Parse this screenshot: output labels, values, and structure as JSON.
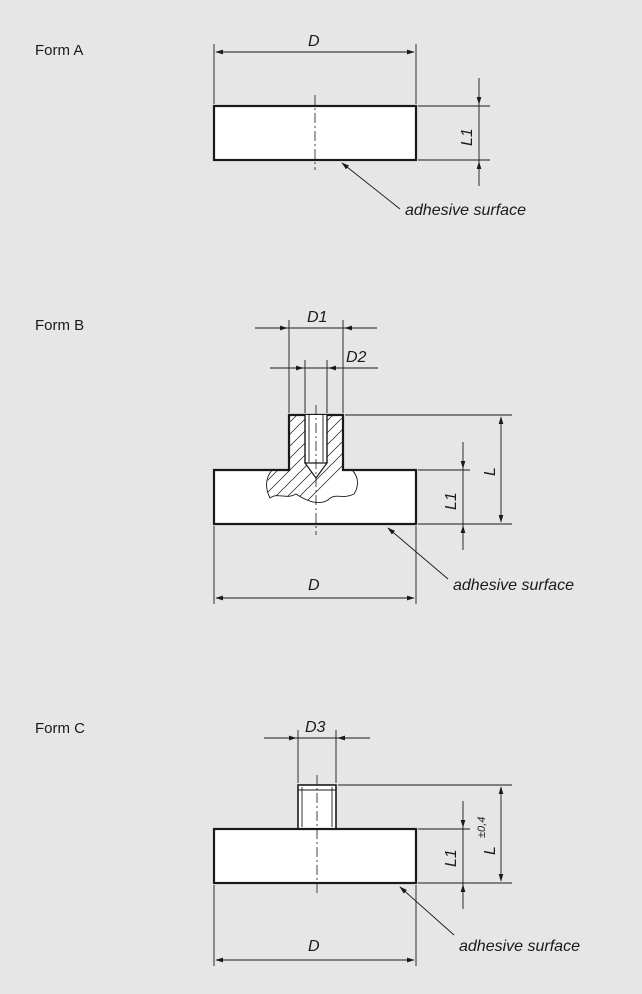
{
  "forms": [
    {
      "title": "Form A",
      "dims": {
        "D": "D",
        "L1": "L1"
      },
      "callout": "adhesive surface"
    },
    {
      "title": "Form B",
      "dims": {
        "D1": "D1",
        "D2": "D2",
        "L": "L",
        "L1": "L1",
        "D": "D"
      },
      "callout": "adhesive surface"
    },
    {
      "title": "Form C",
      "dims": {
        "D3": "D3",
        "L": "L",
        "L_tol": "±0,4",
        "L1": "L1",
        "D": "D"
      },
      "callout": "adhesive surface"
    }
  ],
  "colors": {
    "background": "#e6e6e6",
    "line": "#1a1a1a",
    "part": "#ffffff"
  }
}
